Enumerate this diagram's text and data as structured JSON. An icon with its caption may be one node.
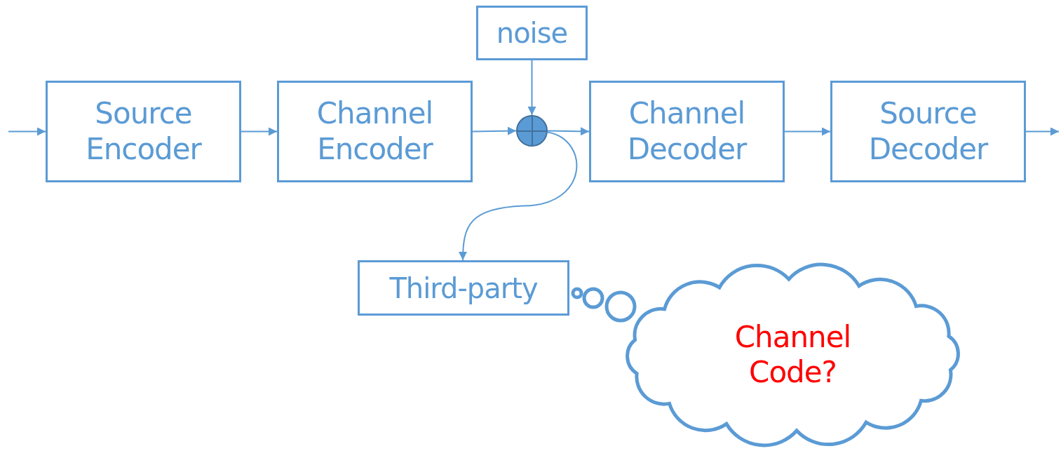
{
  "diagram": {
    "nodes": [
      {
        "text": [
          "Source Encoder"
        ]
      },
      {
        "text": [
          "Channel Encoder"
        ]
      },
      {
        "text": [
          "noise"
        ]
      },
      {
        "text": [],
        "shape": "circle"
      },
      {
        "text": [
          "Channel Decoder"
        ]
      },
      {
        "text": [
          "Source Decoder"
        ]
      },
      {
        "text": [
          "Third-party"
        ]
      },
      {
        "text": [
          "Channel Code?"
        ]
      }
    ],
    "edges": [
      {
        "from": null,
        "to": 0,
        "arrow": "to"
      },
      {
        "from": 0,
        "to": 1,
        "arrow": "to"
      },
      {
        "from": 1,
        "to": 3,
        "arrow": "to"
      },
      {
        "from": 2,
        "to": 3,
        "arrow": "to"
      },
      {
        "from": 3,
        "to": 4,
        "arrow": "to"
      },
      {
        "from": 4,
        "to": 5,
        "arrow": "to"
      },
      {
        "from": 5,
        "to": null,
        "arrow": "to"
      },
      {
        "from": 3,
        "to": 6,
        "arrow": "to"
      }
    ]
  }
}
